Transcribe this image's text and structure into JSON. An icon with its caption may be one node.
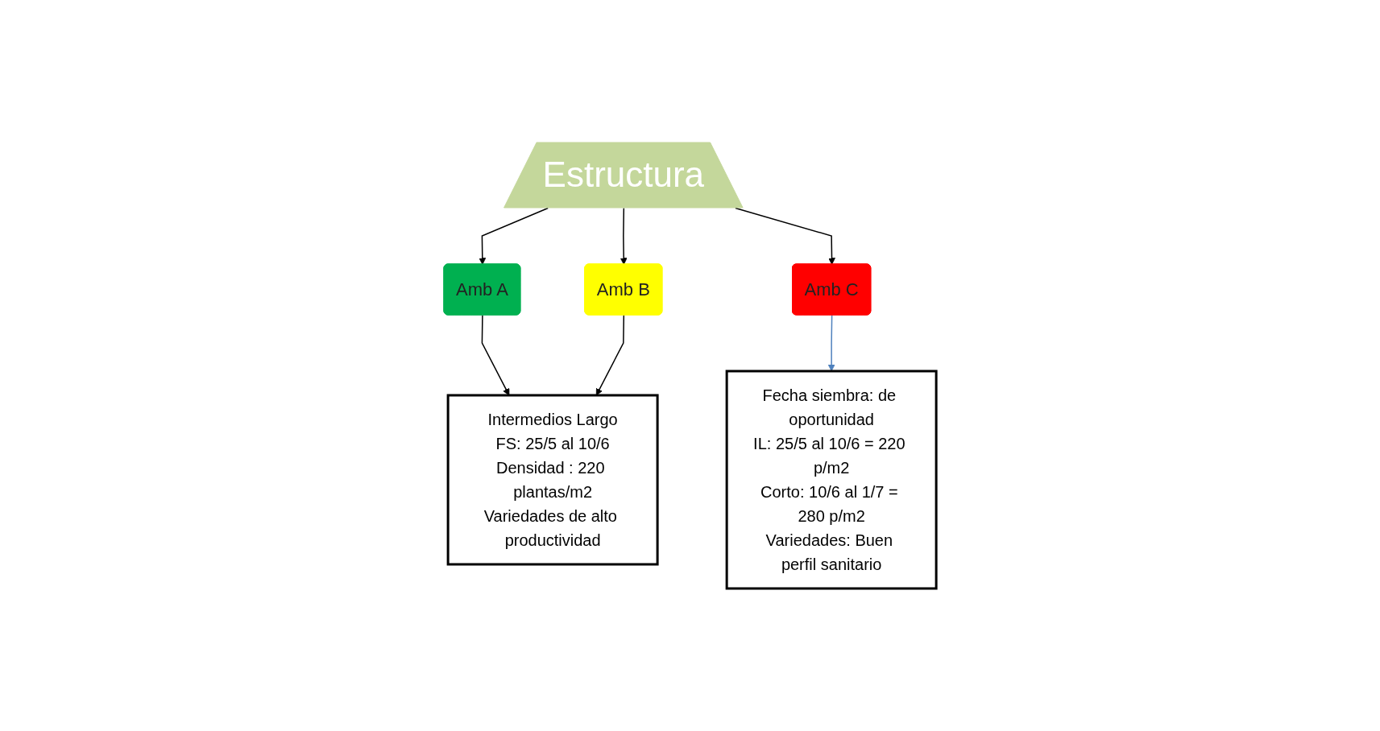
{
  "diagram": {
    "nodes": [
      {
        "text": [
          "Estructura"
        ]
      },
      {
        "text": [
          "Amb A"
        ]
      },
      {
        "text": [
          "Amb B"
        ]
      },
      {
        "text": [
          "Amb C"
        ]
      },
      {
        "text": [
          "Intermedios Largo",
          "FS: 25/5 al 10/6",
          "Densidad : 220 plantas/m2",
          "Variedades de alto productividad"
        ]
      },
      {
        "text": [
          "Fecha siembra: de oportunidad",
          "IL: 25/5 al 10/6 = 220 p/m2",
          "Corto: 10/6 al 1/7 = 280 p/m2",
          "Variedades: Buen perfil sanitario"
        ]
      }
    ],
    "edges": [
      {
        "from": 0,
        "to": 1,
        "arrow": "to"
      },
      {
        "from": 0,
        "to": 2,
        "arrow": "to"
      },
      {
        "from": 0,
        "to": 3,
        "arrow": "to"
      },
      {
        "from": 1,
        "to": 4,
        "arrow": "to"
      },
      {
        "from": 2,
        "to": 4,
        "arrow": "to"
      },
      {
        "from": 3,
        "to": 5,
        "arrow": "to",
        "color": "#4f81bd"
      }
    ]
  }
}
